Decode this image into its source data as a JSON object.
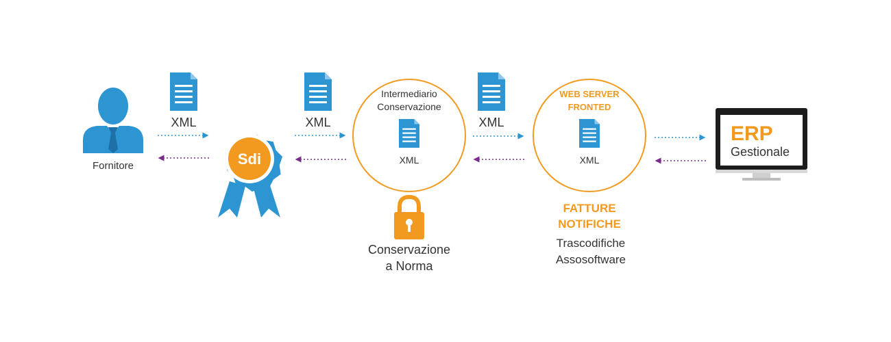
{
  "colors": {
    "blue": "#2e95d3",
    "dark_blue": "#1f6fa8",
    "orange": "#f29a1f",
    "purple": "#7b2d8e",
    "text": "#333333",
    "monitor": "#1c1c1c"
  },
  "icons": {
    "user": "user-icon",
    "badge": "sdi-badge-icon",
    "document": "document-icon",
    "lock": "lock-icon",
    "monitor": "monitor-icon"
  },
  "fornitore": {
    "label": "Fornitore"
  },
  "sdi": {
    "label": "Sdi"
  },
  "xml_labels": {
    "first": "XML",
    "second": "XML",
    "third": "XML"
  },
  "intermediario": {
    "title_line1": "Intermediario",
    "title_line2": "Conservazione",
    "xml": "XML"
  },
  "web_server": {
    "title_line1": "WEB SERVER",
    "title_line2": "FRONTED",
    "xml": "XML"
  },
  "conservazione": {
    "line1": "Conservazione",
    "line2": "a Norma"
  },
  "fatture": {
    "line1": "FATTURE",
    "line2": "NOTIFICHE",
    "line3": "Trascodifiche",
    "line4": "Assosoftware"
  },
  "erp": {
    "title": "ERP",
    "subtitle": "Gestionale"
  }
}
